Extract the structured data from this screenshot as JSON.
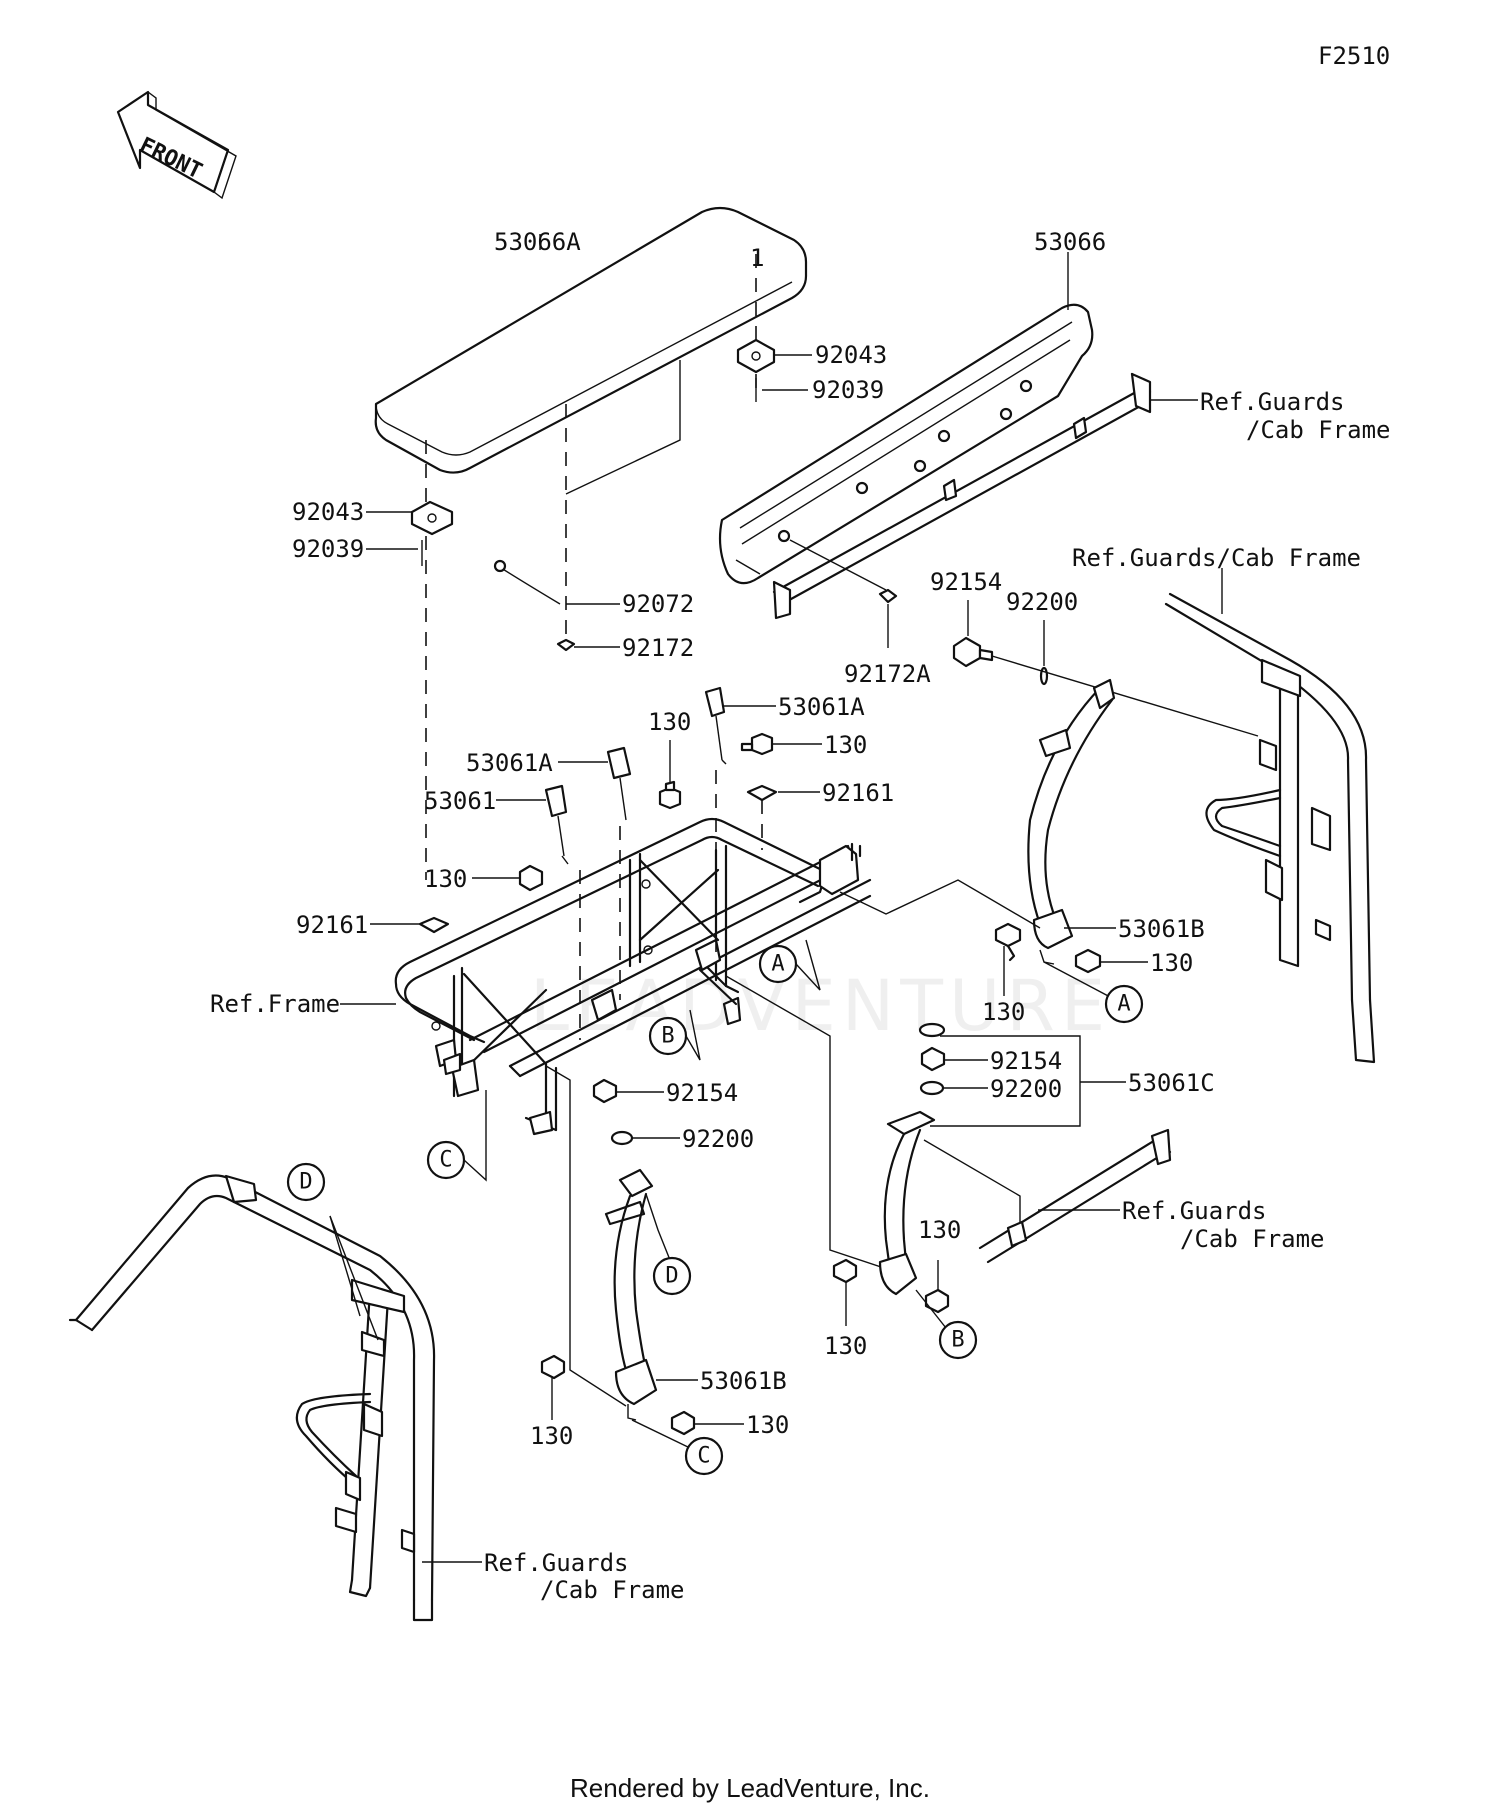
{
  "figure_code": "F2510",
  "front_arrow_label": "FRONT",
  "watermark": "LEADVENTURE",
  "footer": "Rendered by LeadVenture, Inc.",
  "labels": {
    "l53066A": "53066A",
    "l53066": "53066",
    "l92043_r": "92043",
    "l92039_r": "92039",
    "lRefGuards1_a": "Ref.Guards",
    "lRefGuards1_b": "/Cab Frame",
    "l92043_l": "92043",
    "l92039_l": "92039",
    "lRefGuards2": "Ref.Guards/Cab Frame",
    "l92072": "92072",
    "l92172": "92172",
    "l92154_top": "92154",
    "l92200_top": "92200",
    "l92172A": "92172A",
    "l53061A_r": "53061A",
    "l130_a": "130",
    "l130_b": "130",
    "l53061A_l": "53061A",
    "l92161_r": "92161",
    "l53061": "53061",
    "l130_c": "130",
    "l92161_l": "92161",
    "l53061B_r": "53061B",
    "l130_d": "130",
    "l130_e": "130",
    "lRefFrame": "Ref.Frame",
    "l92154_mid": "92154",
    "l92200_mid": "92200",
    "l53061C": "53061C",
    "l92154_low": "92154",
    "l92200_low": "92200",
    "lRefGuards3_a": "Ref.Guards",
    "lRefGuards3_b": "/Cab Frame",
    "l130_f": "130",
    "l130_g": "130",
    "l53061B_l": "53061B",
    "l130_h": "130",
    "l130_i": "130",
    "lRefGuards4_a": "Ref.Guards",
    "lRefGuards4_b": "/Cab Frame",
    "l1": "1"
  },
  "callouts": {
    "A1": "A",
    "A2": "A",
    "B1": "B",
    "B2": "B",
    "C1": "C",
    "C2": "C",
    "D1": "D",
    "D2": "D"
  }
}
